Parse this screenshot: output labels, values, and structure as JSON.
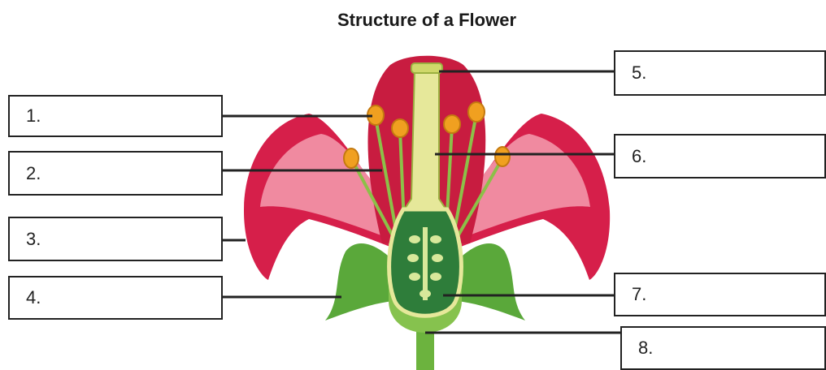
{
  "title": "Structure of a Flower",
  "labels": [
    "1.",
    "2.",
    "3.",
    "4.",
    "5.",
    "6.",
    "7.",
    "8."
  ],
  "colors": {
    "petal_outer": "#d61f4a",
    "petal_inner": "#f08aa0",
    "pistil": "#e6e89a",
    "ovary": "#2e7d3a",
    "sepal": "#5aa83a",
    "anther": "#f0a020",
    "stem": "#6cb33e"
  }
}
